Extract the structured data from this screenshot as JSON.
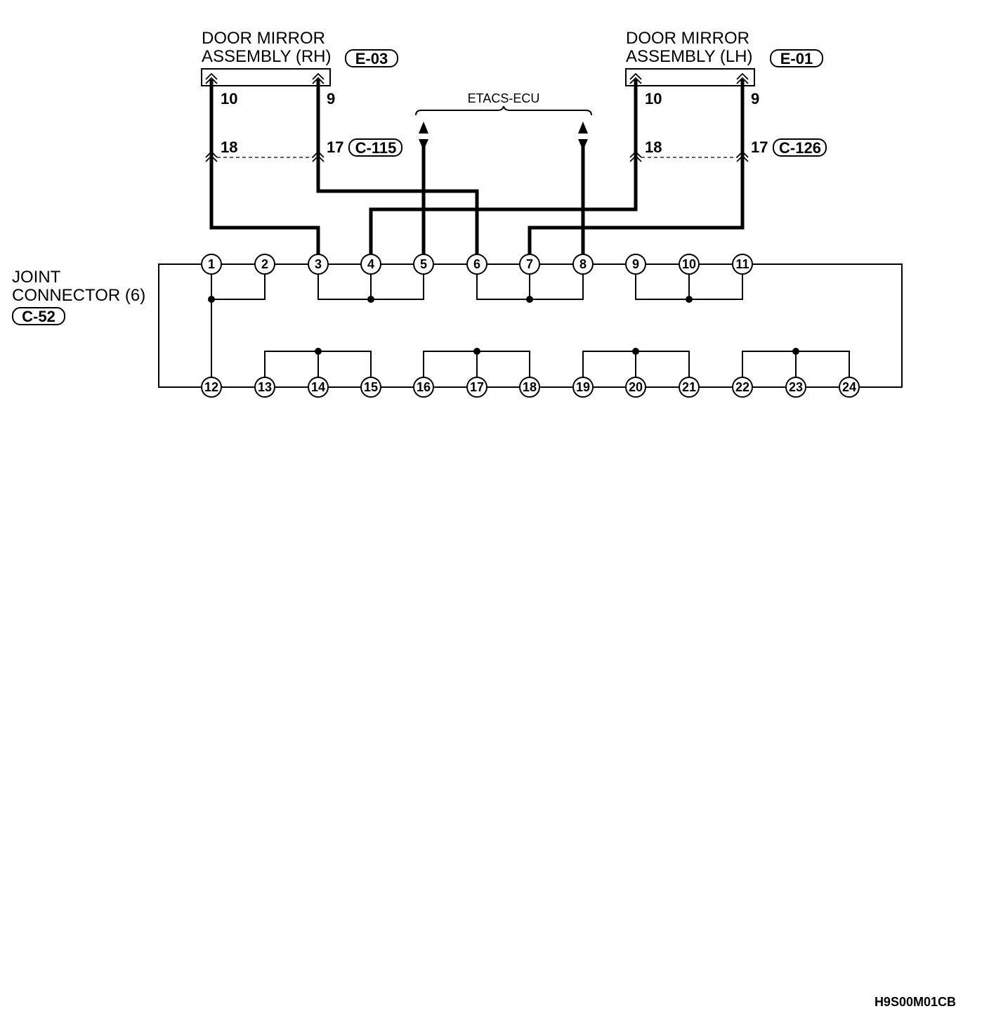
{
  "mirror_rh": {
    "title_line1": "DOOR MIRROR",
    "title_line2": "ASSEMBLY (RH)",
    "code": "E-03",
    "pin_a": "10",
    "pin_b": "9",
    "int_pin_a": "18",
    "int_pin_b": "17",
    "int_code": "C-115"
  },
  "mirror_lh": {
    "title_line1": "DOOR MIRROR",
    "title_line2": "ASSEMBLY (LH)",
    "code": "E-01",
    "pin_a": "10",
    "pin_b": "9",
    "int_pin_a": "18",
    "int_pin_b": "17",
    "int_code": "C-126"
  },
  "ecu": {
    "label": "ETACS-ECU"
  },
  "joint": {
    "line1": "JOINT",
    "line2": "CONNECTOR (6)",
    "code": "C-52"
  },
  "nodes_top": [
    "1",
    "2",
    "3",
    "4",
    "5",
    "6",
    "7",
    "8",
    "9",
    "10",
    "11"
  ],
  "nodes_bottom": [
    "12",
    "13",
    "14",
    "15",
    "16",
    "17",
    "18",
    "19",
    "20",
    "21",
    "22",
    "23",
    "24"
  ],
  "figure_ref": "H9S00M01CB"
}
